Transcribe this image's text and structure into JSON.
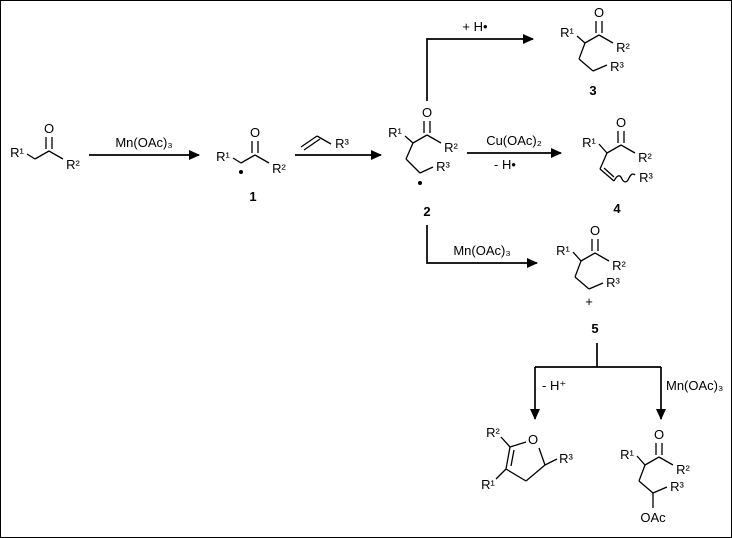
{
  "reaction_scheme": {
    "reagents": {
      "mn": "Mn(OAc)₃",
      "cu": "Cu(OAc)₂",
      "add_h": "+ H•",
      "lose_h_radical": "- H•",
      "lose_proton": "- H⁺"
    },
    "atom_labels": {
      "r1": "R¹",
      "r2": "R²",
      "r3": "R³",
      "o": "O",
      "oac": "OAc",
      "plus": "+"
    },
    "compound_numbers": {
      "c1": "1",
      "c2": "2",
      "c3": "3",
      "c4": "4",
      "c5": "5"
    },
    "colors": {
      "ink": "#000000",
      "background": "#ffffff"
    }
  }
}
